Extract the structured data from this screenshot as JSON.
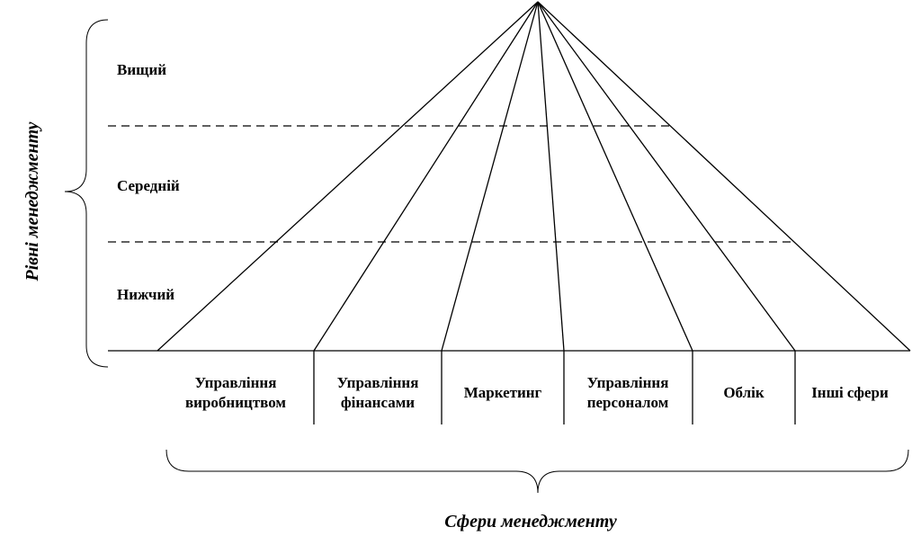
{
  "levels_title": "Рівні менеджменту",
  "spheres_title": "Сфери менеджменту",
  "levels": [
    {
      "label": "Вищий"
    },
    {
      "label": "Середній"
    },
    {
      "label": "Нижчий"
    }
  ],
  "spheres": [
    {
      "lines": [
        "Управління",
        "виробництвом"
      ]
    },
    {
      "lines": [
        "Управління",
        "фінансами"
      ]
    },
    {
      "lines": [
        "Маркетинг"
      ]
    },
    {
      "lines": [
        "Управління",
        "персоналом"
      ]
    },
    {
      "lines": [
        "Облік"
      ]
    },
    {
      "lines": [
        "Інші сфери"
      ]
    }
  ],
  "colors": {
    "ink": "#000000",
    "background": "#ffffff"
  }
}
